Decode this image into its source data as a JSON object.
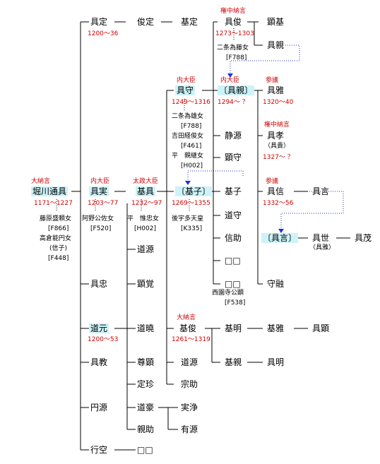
{
  "colors": {
    "highlight": "#cdf3f8",
    "title_red": "#d10000",
    "dotted_link": "#1f2fd8",
    "line": "#000000"
  },
  "n": {
    "tomosada": "具定",
    "shunsada": "俊定",
    "motosada": "基定",
    "tomotoshi": "具俊",
    "akimoto": "顕基",
    "tomochika_a": "具親",
    "tomomori": "具守",
    "tomochika_b": "〔具親〕",
    "tomomasa": "具雅",
    "jogen": "静源",
    "tomotaka": "具孝",
    "tomotaka_alt": "（具貴）",
    "kenshu": "顕守",
    "michitomo": "堀川通具",
    "tomozane": "具実",
    "mototomo": "基具",
    "motoko": "〔基子〕",
    "motoko2": "基子",
    "tomonobu": "具信",
    "tomokoto": "具言",
    "domori": "道守",
    "shinsuke": "信助",
    "blank1": "□□",
    "blank2": "□□",
    "tomokoto_b": "〔具言〕",
    "tomoyo": "具世",
    "tomoyo_alt": "（具雅）",
    "tomoshige": "具茂",
    "michigen": "道源",
    "kenkaku": "顕覚",
    "shuyu": "守融",
    "tomotada": "具忠",
    "michimoto": "道元",
    "dogyo": "道曉",
    "mototoshi": "基俊",
    "motoaki": "基明",
    "motomasa": "基雅",
    "tomoaki": "具顕",
    "tomonori": "具教",
    "sonken": "尊顕",
    "dogen2": "道源",
    "motochika": "基親",
    "tomoakira": "具明",
    "teichin": "定珍",
    "shusuke": "宗助",
    "engen": "円源",
    "dogo": "道豪",
    "jitsujo": "実浄",
    "yugen": "有源",
    "shinsuke2": "親助",
    "gyoku": "行空",
    "blank3": "□□"
  },
  "s": {
    "y_tomosada": "1200〜36",
    "t_tomotoshi": "権中納言",
    "y_tomotoshi": "1273〜1303",
    "w_nijo1": "二条為藤女",
    "r_nijo1": "[F788]",
    "t_tomomori": "内大臣",
    "y_tomomori": "1249〜1316",
    "t_tomochika": "内大臣",
    "y_tomochika": "1294〜 ？",
    "t_tomomasa": "参議",
    "y_tomomasa": "1320〜40",
    "t_tomotaka": "権中納言",
    "y_tomotaka": "1327〜 ？",
    "w_nijo2": "二条為雄女",
    "r_nijo2": "[F788]",
    "w_yoshida": "吉田経俊女",
    "r_yoshida": "[F461]",
    "w_taira1": "平　親継女",
    "r_taira1": "[H002]",
    "t_michitomo": "大納言",
    "y_michitomo": "1171〜1227",
    "t_tomozane": "内大臣",
    "y_tomozane": "1203〜77",
    "t_mototomo": "太政大臣",
    "y_mototomo": "1232〜97",
    "y_motoko": "1269〜1355",
    "t_tomonobu": "参議",
    "y_tomonobu": "1332〜56",
    "w_fujiwara": "藤原盛頼女",
    "r_fujiwara": "[F866]",
    "w_takakura": "高倉能円女",
    "w_takakura2": "(信子)",
    "r_takakura": "[F448]",
    "w_abutsu": "阿野公佐女",
    "r_abutsu": "[F520]",
    "w_taira2": "平　惟忠女",
    "r_taira2": "[H002]",
    "w_gouda": "後宇多天皇",
    "r_gouda": "[K335]",
    "w_saionji": "西園寺公顕",
    "r_saionji": "[F538]",
    "y_michimoto": "1200〜53",
    "t_mototoshi": "大納言",
    "y_mototoshi": "1261〜1319"
  }
}
